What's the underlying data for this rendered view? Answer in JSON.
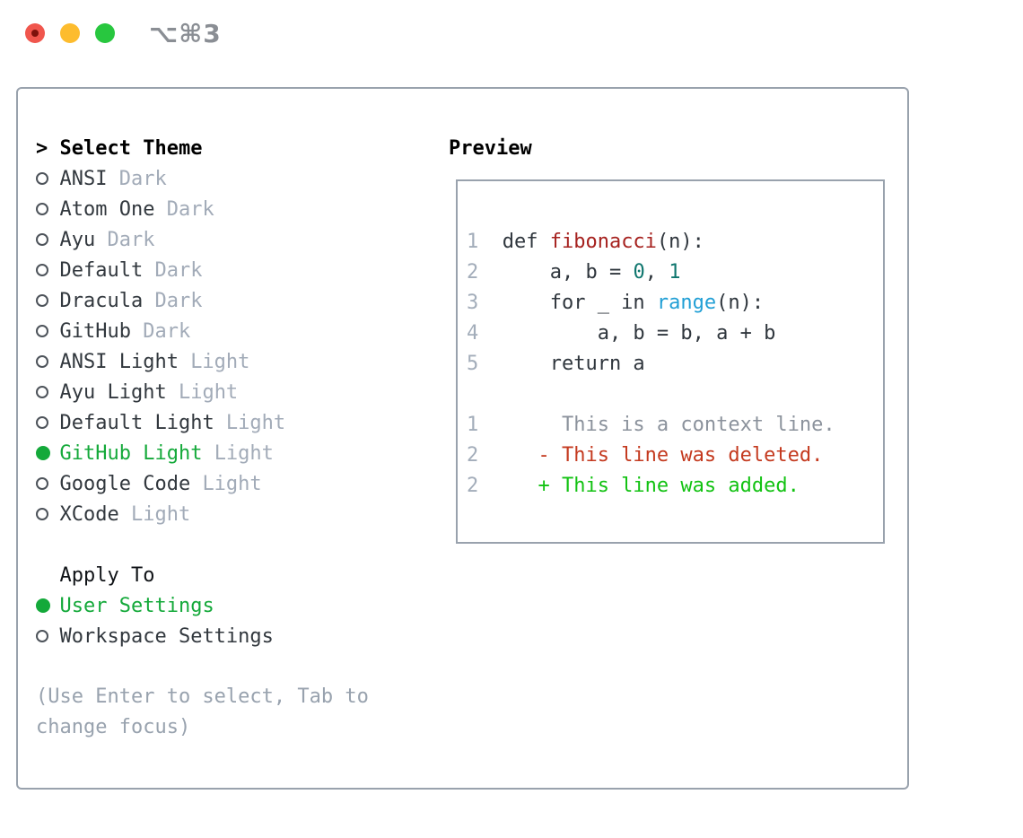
{
  "titlebar": {
    "shortcut": "⌥⌘3",
    "traffic_lights": [
      {
        "name": "close",
        "color": "#f0564d",
        "dot_color": "#7d120c"
      },
      {
        "name": "minimize",
        "color": "#fdbc2e"
      },
      {
        "name": "zoom",
        "color": "#28c73f"
      }
    ]
  },
  "theme_picker": {
    "prompt_char": ">",
    "title": "Select Theme",
    "items": [
      {
        "name": "ANSI",
        "variant": "Dark",
        "selected": false
      },
      {
        "name": "Atom One",
        "variant": "Dark",
        "selected": false
      },
      {
        "name": "Ayu",
        "variant": "Dark",
        "selected": false
      },
      {
        "name": "Default",
        "variant": "Dark",
        "selected": false
      },
      {
        "name": "Dracula",
        "variant": "Dark",
        "selected": false
      },
      {
        "name": "GitHub",
        "variant": "Dark",
        "selected": false
      },
      {
        "name": "ANSI Light",
        "variant": "Light",
        "selected": false
      },
      {
        "name": "Ayu Light",
        "variant": "Light",
        "selected": false
      },
      {
        "name": "Default Light",
        "variant": "Light",
        "selected": false
      },
      {
        "name": "GitHub Light",
        "variant": "Light",
        "selected": true
      },
      {
        "name": "Google Code",
        "variant": "Light",
        "selected": false
      },
      {
        "name": "XCode",
        "variant": "Light",
        "selected": false
      }
    ]
  },
  "apply_to": {
    "title": "Apply To",
    "options": [
      {
        "label": "User Settings",
        "selected": true
      },
      {
        "label": "Workspace Settings",
        "selected": false
      }
    ]
  },
  "hint": "(Use Enter to select, Tab to change focus)",
  "preview": {
    "title": "Preview",
    "lines": [
      {
        "num": "1",
        "tokens": [
          {
            "t": "def ",
            "c": "code"
          },
          {
            "t": "fibonacci",
            "c": "fn"
          },
          {
            "t": "(n):",
            "c": "code"
          }
        ]
      },
      {
        "num": "2",
        "tokens": [
          {
            "t": "    a, b = ",
            "c": "code"
          },
          {
            "t": "0",
            "c": "lit"
          },
          {
            "t": ", ",
            "c": "code"
          },
          {
            "t": "1",
            "c": "lit"
          }
        ]
      },
      {
        "num": "3",
        "tokens": [
          {
            "t": "    for _ in ",
            "c": "code"
          },
          {
            "t": "range",
            "c": "builtin"
          },
          {
            "t": "(n):",
            "c": "code"
          }
        ]
      },
      {
        "num": "4",
        "tokens": [
          {
            "t": "        a, b = b, a + b",
            "c": "code"
          }
        ]
      },
      {
        "num": "5",
        "tokens": [
          {
            "t": "    return a",
            "c": "code"
          }
        ]
      },
      {
        "num": "",
        "tokens": []
      },
      {
        "num": "1",
        "tokens": [
          {
            "t": "     This is a context line.",
            "c": "context"
          }
        ]
      },
      {
        "num": "2",
        "tokens": [
          {
            "t": "   - This line was deleted.",
            "c": "deleted"
          }
        ]
      },
      {
        "num": "2",
        "tokens": [
          {
            "t": "   + This line was added.",
            "c": "added"
          }
        ]
      }
    ]
  },
  "colors": {
    "selection_green": "#14a93a",
    "text_dark": "#32383e",
    "text_muted": "#a2abb8",
    "hint_gray": "#98a2ae",
    "border_gray": "#99a2ad",
    "shortcut_gray": "#8a8e94",
    "line_number_gray": "#a3adba",
    "code": {
      "default": "#2f363d",
      "function": "#a6221f",
      "literal": "#0f766e",
      "builtin": "#219fd5",
      "context": "#8b929c",
      "deleted": "#c43a1f",
      "added": "#12c212"
    },
    "traffic_red": "#f0564d",
    "traffic_red_dot": "#7d120c",
    "traffic_yellow": "#fdbc2e",
    "traffic_green": "#28c73f"
  }
}
